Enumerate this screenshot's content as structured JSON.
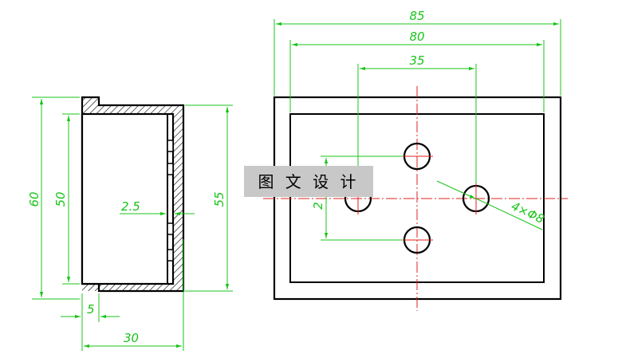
{
  "watermark": {
    "text": "图 文 设 计"
  },
  "colors": {
    "outline": "#000000",
    "dimension": "#18c418",
    "centerline": "#e02020",
    "hatch": "#000000"
  },
  "side_view": {
    "dims": {
      "d60": "60",
      "d50": "50",
      "d55": "55",
      "d25": "2.5",
      "d5": "5",
      "d30": "30"
    }
  },
  "top_view": {
    "dims": {
      "d85": "85",
      "d80": "80",
      "d35": "35",
      "d2x": "2",
      "hole_callout": "4×Φ8"
    }
  }
}
